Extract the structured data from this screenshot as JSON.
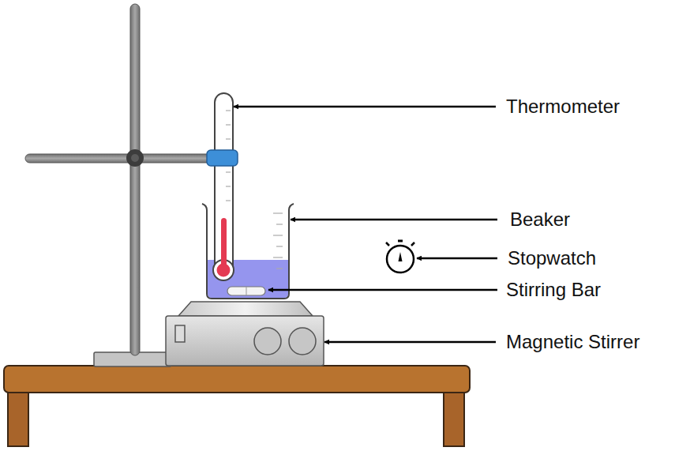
{
  "diagram": {
    "labels": [
      "Thermometer",
      "Beaker",
      "Stopwatch",
      "Stirring Bar",
      "Magnetic Stirrer"
    ]
  }
}
